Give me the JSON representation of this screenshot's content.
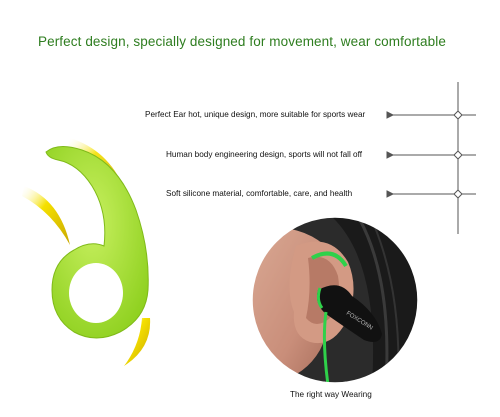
{
  "headline": "Perfect design, specially designed for movement, wear comfortable",
  "features": [
    {
      "label": "Perfect Ear hot, unique design, more suitable for sports wear"
    },
    {
      "label": "Human body engineering design, sports will not fall off"
    },
    {
      "label": "Soft silicone material, comfortable, care, and health"
    }
  ],
  "caption": "The right way Wearing",
  "earphone_brand": "FOXCONN",
  "colors": {
    "headline": "#2e7d1f",
    "ear_hook": "#a6e22e",
    "swoosh": "#e8d000",
    "cable": "#2fd14a"
  }
}
